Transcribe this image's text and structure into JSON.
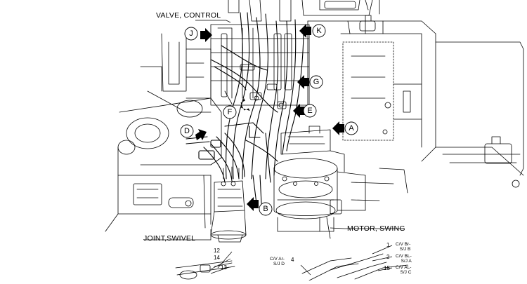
{
  "labels": {
    "valve_control": "VALVE, CONTROL",
    "joint_swivel": "JOINT,SWIVEL",
    "motor_swing": "MOTOR, SWING"
  },
  "callouts": [
    "A",
    "B",
    "D",
    "E",
    "F",
    "G",
    "J",
    "K"
  ],
  "callout_map": {
    "a": "A",
    "b": "B",
    "d": "D",
    "e": "E",
    "f": "F",
    "g": "G",
    "j": "J",
    "k": "K"
  },
  "part_numbers": {
    "n12": "12",
    "n14": "14",
    "n13": "13",
    "n4": "4",
    "n1": "1",
    "n2": "2",
    "n15": "15"
  },
  "port_labels": {
    "cv_ar_sj_d": [
      "C/V Ar-",
      "S/J D"
    ],
    "cv_br_sj_b": [
      "C/V Br-",
      "S/J B"
    ],
    "cv_bl_sj_a": [
      "C/V BL-",
      "S/J A"
    ],
    "cv_al_sj_c": [
      "C/V AL-",
      "S/J C"
    ]
  }
}
